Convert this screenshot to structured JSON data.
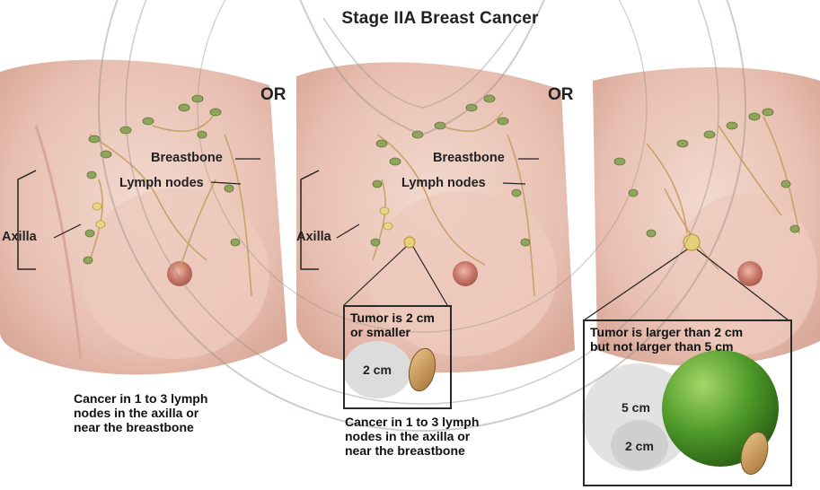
{
  "title": "Stage IIA Breast Cancer",
  "or_labels": [
    "OR",
    "OR"
  ],
  "panel1": {
    "breastbone_label": "Breastbone",
    "lymph_label": "Lymph nodes",
    "axilla_label": "Axilla",
    "caption_lines": [
      "Cancer in 1 to 3 lymph",
      "nodes in the axilla or",
      "near the breastbone"
    ]
  },
  "panel2": {
    "breastbone_label": "Breastbone",
    "lymph_label": "Lymph nodes",
    "axilla_label": "Axilla",
    "tumor_box_lines": [
      "Tumor is 2 cm",
      "or smaller"
    ],
    "size_label": "2 cm",
    "caption_lines": [
      "Cancer in 1 to 3 lymph",
      "nodes in the axilla or",
      "near the breastbone"
    ]
  },
  "panel3": {
    "tumor_box_lines": [
      "Tumor is larger than 2 cm",
      "but not larger than 5 cm"
    ],
    "large_size_label": "5 cm",
    "small_size_label": "2 cm"
  },
  "colors": {
    "skin": "#e9c4b8",
    "skin_shadow": "#d8a697",
    "node": "#8fa65a",
    "duct": "#c9a26b",
    "lime": "#4f9a2a",
    "peanut": "#c99a55",
    "watermark": "#9a8f88"
  }
}
